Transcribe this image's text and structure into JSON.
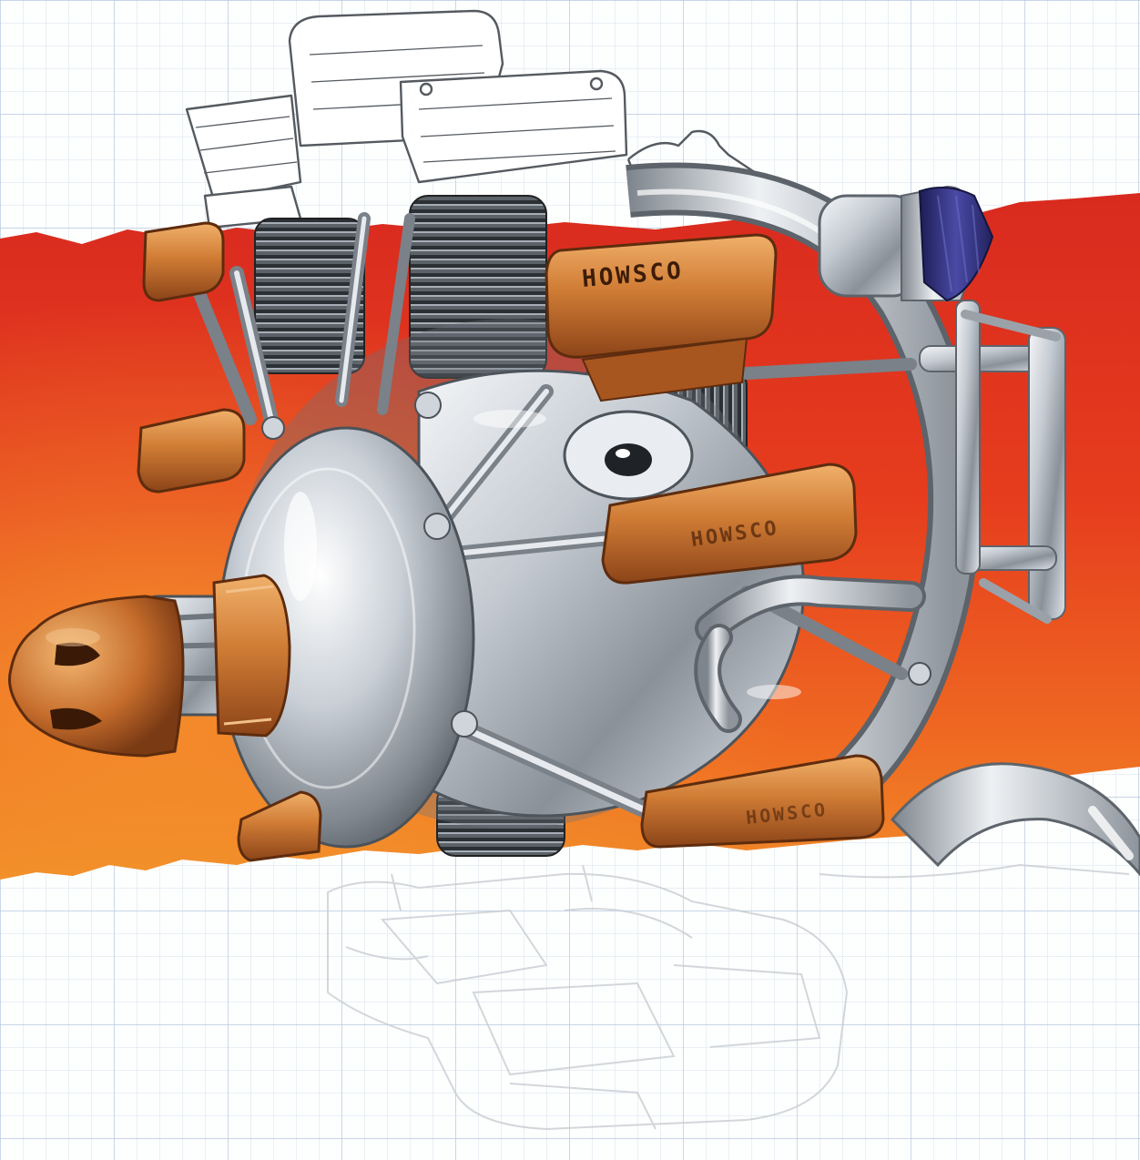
{
  "colors": {
    "grid_minor": "#d7e1ee",
    "grid_major": "#b7c8de",
    "paper": "#fdfefe",
    "band_red": "#e0301f",
    "band_orange": "#f07a21",
    "chrome_light": "#dfe4ea",
    "chrome_mid": "#a5acb4",
    "chrome_dark": "#4d545b",
    "copper_light": "#e1964c",
    "copper_dark": "#9a4a1c",
    "filter_blue": "#2f2f86",
    "sketch_line": "#6b6b6b"
  },
  "cover_text": {
    "top_cover": "HOWSCO",
    "middle_cover": "HOWSCO",
    "bottom_cover": "HOWSCO"
  }
}
